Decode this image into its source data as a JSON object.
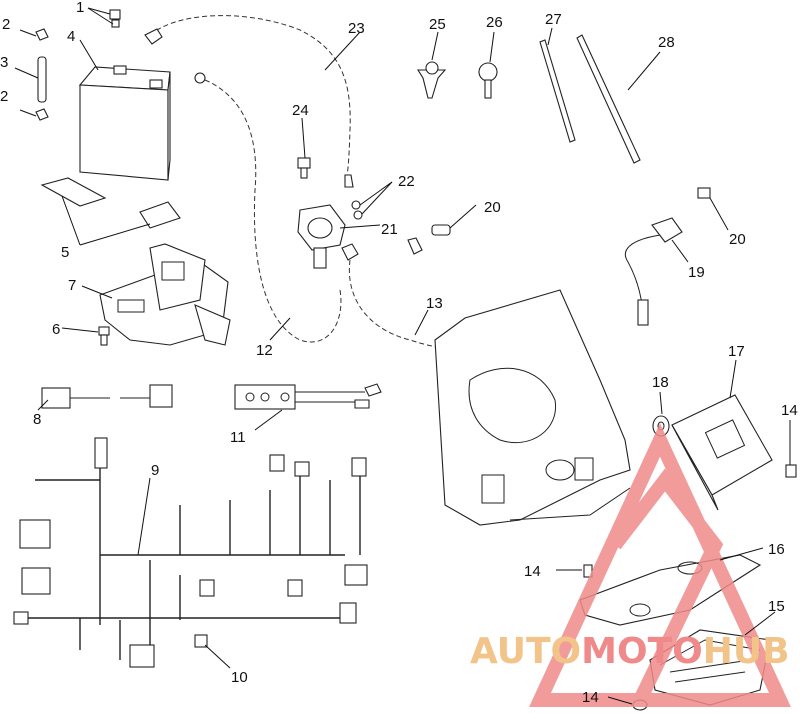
{
  "callouts": [
    {
      "id": "c1",
      "text": "1"
    },
    {
      "id": "c2a",
      "text": "2"
    },
    {
      "id": "c2b",
      "text": "2"
    },
    {
      "id": "c3",
      "text": "3"
    },
    {
      "id": "c4",
      "text": "4"
    },
    {
      "id": "c5",
      "text": "5"
    },
    {
      "id": "c6",
      "text": "6"
    },
    {
      "id": "c7",
      "text": "7"
    },
    {
      "id": "c8",
      "text": "8"
    },
    {
      "id": "c9",
      "text": "9"
    },
    {
      "id": "c10",
      "text": "10"
    },
    {
      "id": "c11",
      "text": "11"
    },
    {
      "id": "c12",
      "text": "12"
    },
    {
      "id": "c13",
      "text": "13"
    },
    {
      "id": "c14a",
      "text": "14"
    },
    {
      "id": "c14b",
      "text": "14"
    },
    {
      "id": "c14c",
      "text": "14"
    },
    {
      "id": "c15",
      "text": "15"
    },
    {
      "id": "c16",
      "text": "16"
    },
    {
      "id": "c17",
      "text": "17"
    },
    {
      "id": "c18",
      "text": "18"
    },
    {
      "id": "c19",
      "text": "19"
    },
    {
      "id": "c20a",
      "text": "20"
    },
    {
      "id": "c20b",
      "text": "20"
    },
    {
      "id": "c21",
      "text": "21"
    },
    {
      "id": "c22",
      "text": "22"
    },
    {
      "id": "c23",
      "text": "23"
    },
    {
      "id": "c24",
      "text": "24"
    },
    {
      "id": "c25",
      "text": "25"
    },
    {
      "id": "c26",
      "text": "26"
    },
    {
      "id": "c27",
      "text": "27"
    },
    {
      "id": "c28",
      "text": "28"
    }
  ],
  "watermark": {
    "text_part1": "AUTO",
    "text_part2": "MOTO",
    "text_part3": "HUB",
    "triangle_color": "#f08a8a",
    "text_color_1": "#f2c48a",
    "text_color_2": "#f08a8a",
    "text_color_3": "#f2c48a"
  }
}
